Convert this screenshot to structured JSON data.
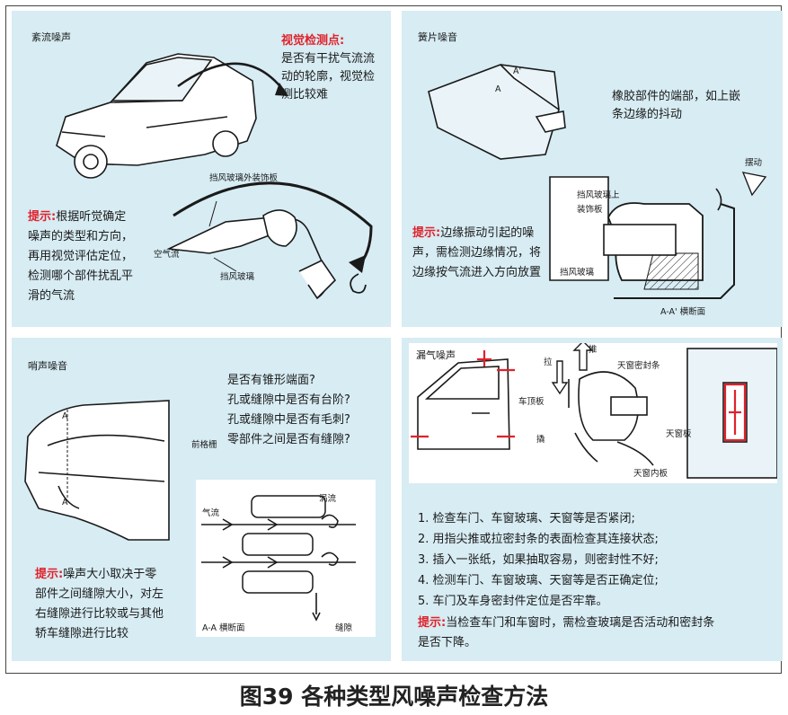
{
  "panels": {
    "turbulence": {
      "title": "紊流噪声",
      "visual_title": "视觉检测点:",
      "visual_lines": [
        "是否有干扰气流流",
        "动的轮廓，视觉检",
        "测比较难"
      ],
      "tip_label": "提示:",
      "tip_first": "根据听觉确定",
      "tip_lines": [
        "噪声的类型和方向，",
        "再用视觉评估定位，",
        "检测哪个部件扰乱平",
        "滑的气流"
      ],
      "label_trim": "挡风玻璃外装饰板",
      "label_air": "空气流",
      "label_glass": "挡风玻璃"
    },
    "blade": {
      "title": "簧片噪音",
      "label_a": "A",
      "label_a_prime": "A'",
      "rubber_lines": [
        "橡胶部件的端部，如上嵌",
        "条边缘的抖动"
      ],
      "label_shake": "摆动",
      "label_trim_lines": [
        "挡风玻璃上",
        "装饰板"
      ],
      "label_glass": "挡风玻璃",
      "section": "A-A' 横断面",
      "tip_label": "提示:",
      "tip_first": "边缘振动引起的噪",
      "tip_lines": [
        "声，需检测边缘情况，将",
        "边缘按气流进入方向放置"
      ]
    },
    "whistle": {
      "title": "哨声噪音",
      "label_a1": "A",
      "label_a2": "A",
      "questions": [
        "是否有锥形端面?",
        "孔或缝隙中是否有台阶?",
        "孔或缝隙中是否有毛刺?",
        "零部件之间是否有缝隙?"
      ],
      "label_fender": "前格栅",
      "label_airflow": "气流",
      "label_vortex": "涡流",
      "label_gap": "缝隙",
      "section": "A-A 横断面",
      "tip_label": "提示:",
      "tip_first": "噪声大小取决于零",
      "tip_lines": [
        "部件之间缝隙大小，对左",
        "右缝隙进行比较或与其他",
        "轿车缝隙进行比较"
      ]
    },
    "leak": {
      "title": "漏气噪声",
      "label_pull": "拉",
      "label_push": "推",
      "label_door_seal": "天窗密封条",
      "label_roof_panel": "车顶板",
      "label_sunroof_panel": "天窗板",
      "label_pry": "撬",
      "label_inner_panel": "天窗内板",
      "steps": [
        "1. 检查车门、车窗玻璃、天窗等是否紧闭;",
        "2. 用指尖推或拉密封条的表面检查其连接状态;",
        "3. 插入一张纸，如果抽取容易，则密封性不好;",
        "4. 检测车门、车窗玻璃、天窗等是否正确定位;",
        "5. 车门及车身密封件定位是否牢靠。"
      ],
      "tip_label": "提示:",
      "tip_first": "当检查车门和车窗时，需检查玻璃是否活动和密封条",
      "tip_last": "是否下降。"
    }
  },
  "caption": "图39 各种类型风噪声检查方法",
  "colors": {
    "panel_bg": "#d7ecf3",
    "accent_red": "#e0222b",
    "ink": "#1a1a1a"
  }
}
